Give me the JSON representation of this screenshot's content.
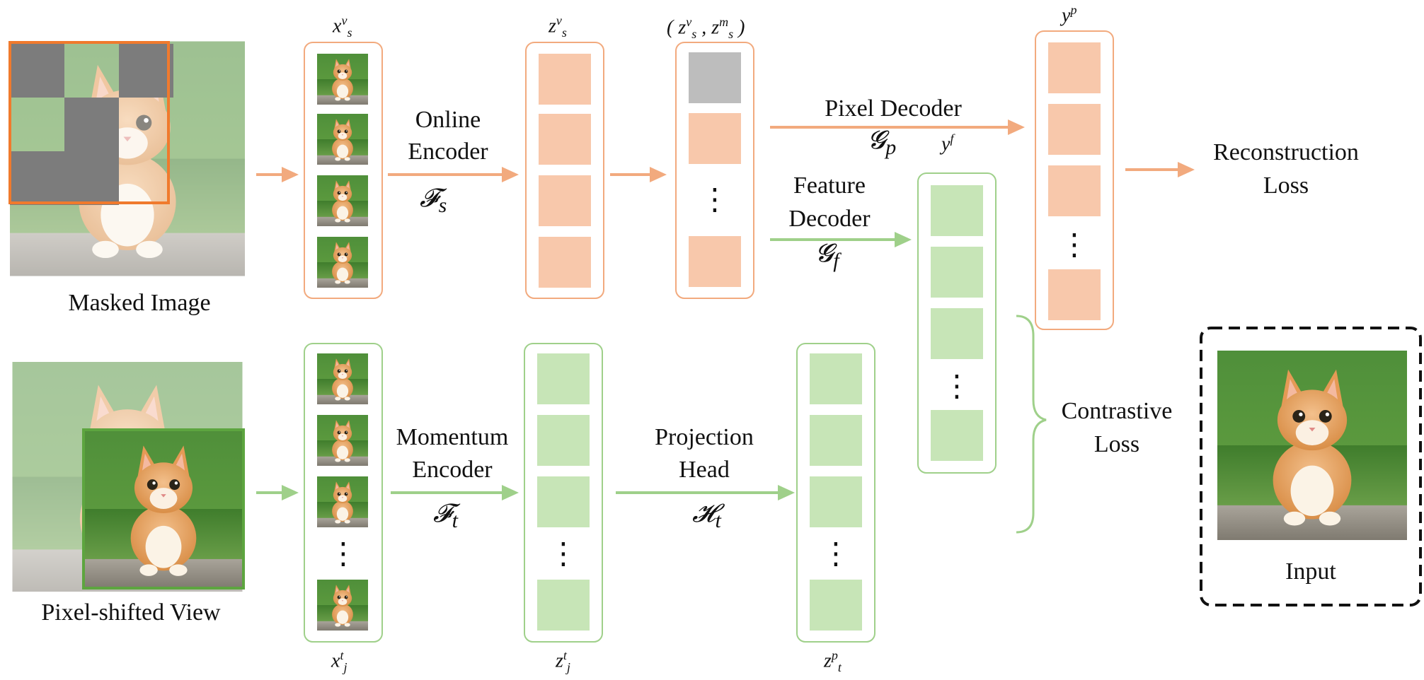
{
  "colors": {
    "orange": "#f2aa7e",
    "orange_fill": "#f8c8ab",
    "green": "#9fd08a",
    "green_fill": "#c7e5b7",
    "mask_gray": "#7c7c7c",
    "masked_token": "#bdbdbd",
    "dashed_border": "#111111"
  },
  "images": {
    "masked_image": "cat-photo-masked",
    "pixel_shifted_view": "cat-photo-shifted",
    "input": "cat-photo"
  },
  "labels": {
    "masked_image": "Masked Image",
    "pixel_shifted_view": "Pixel-shifted View",
    "input": "Input",
    "online_encoder": [
      "Online",
      "Encoder"
    ],
    "momentum_encoder": [
      "Momentum",
      "Encoder"
    ],
    "pixel_decoder": "Pixel Decoder",
    "feature_decoder": [
      "Feature",
      "Decoder"
    ],
    "projection_head": [
      "Projection",
      "Head"
    ],
    "reconstruction_loss": [
      "Reconstruction",
      "Loss"
    ],
    "contrastive_loss": [
      "Contrastive",
      "Loss"
    ]
  },
  "symbols": {
    "online_encoder": {
      "base": "𝓕",
      "sub": "s"
    },
    "momentum_encoder": {
      "base": "𝓕",
      "sub": "t"
    },
    "pixel_decoder": {
      "base": "𝓖",
      "sub": "p"
    },
    "feature_decoder": {
      "base": "𝓖",
      "sub": "f"
    },
    "projection_head": {
      "base": "𝓗",
      "sub": "t"
    }
  },
  "variables": {
    "x_s_v": {
      "base": "x",
      "sup": "v",
      "sub": "s"
    },
    "z_s_v": {
      "base": "z",
      "sup": "v",
      "sub": "s"
    },
    "z_pair": {
      "open": "(",
      "a": "z",
      "a_sup": "v",
      "a_sub": "s",
      "sep": ",",
      "b": "z",
      "b_sup": "m",
      "b_sub": "s",
      "close": ")"
    },
    "y_p": {
      "base": "y",
      "sup": "p"
    },
    "y_f": {
      "base": "y",
      "sup": "f"
    },
    "x_j_t": {
      "base": "x",
      "sup": "t",
      "sub": "j"
    },
    "z_j_t": {
      "base": "z",
      "sup": "t",
      "sub": "j"
    },
    "z_t_p": {
      "base": "z",
      "sup": "p",
      "sub": "t"
    }
  },
  "ellipsis": "⋮"
}
